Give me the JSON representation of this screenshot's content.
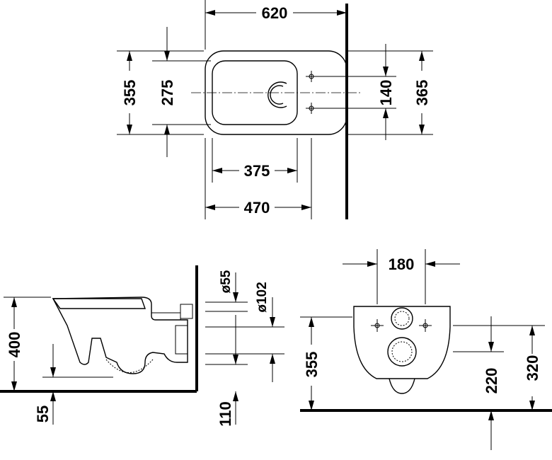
{
  "top_view": {
    "width_total": "620",
    "depth_outer": "355",
    "depth_inner": "275",
    "fix_spacing": "140",
    "depth_back": "365",
    "inner_length": "375",
    "outer_length": "470"
  },
  "side_view": {
    "rim_height": "400",
    "floor_gap": "55",
    "pipe_dia_small": "ø55",
    "pipe_dia_large": "ø102",
    "pipe_offset": "110"
  },
  "rear_view": {
    "bolt_spacing": "180",
    "total_height": "355",
    "outlet_height": "220",
    "bolt_height": "320"
  }
}
